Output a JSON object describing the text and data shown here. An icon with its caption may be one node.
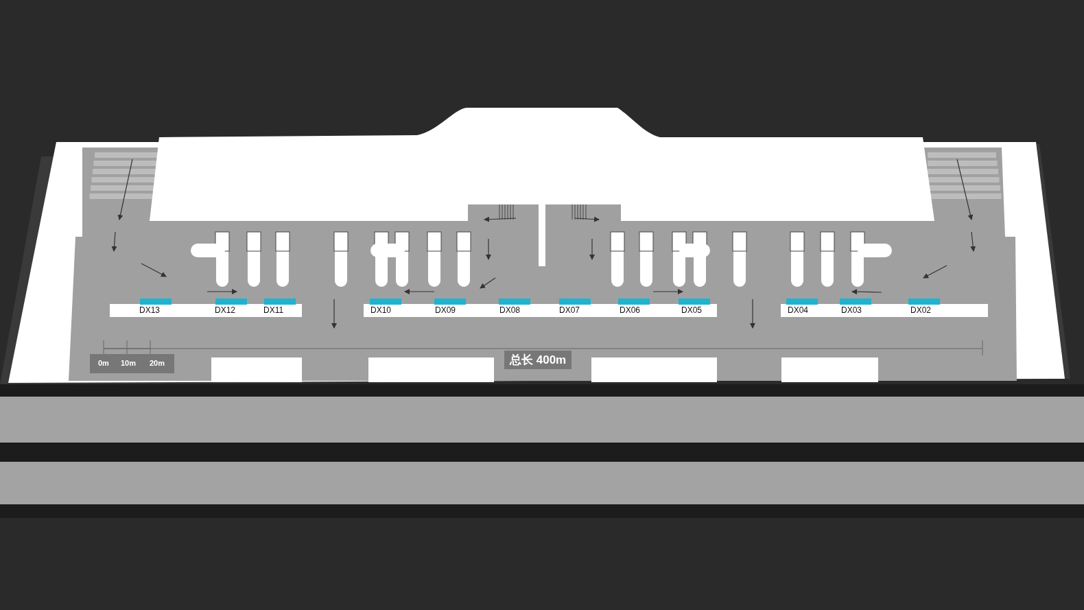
{
  "diagram": {
    "labels": [
      "DX13",
      "DX12",
      "DX11",
      "DX10",
      "DX09",
      "DX08",
      "DX07",
      "DX06",
      "DX05",
      "DX04",
      "DX03",
      "DX02",
      "0m",
      "10m",
      "20m",
      "总长 400m"
    ]
  }
}
